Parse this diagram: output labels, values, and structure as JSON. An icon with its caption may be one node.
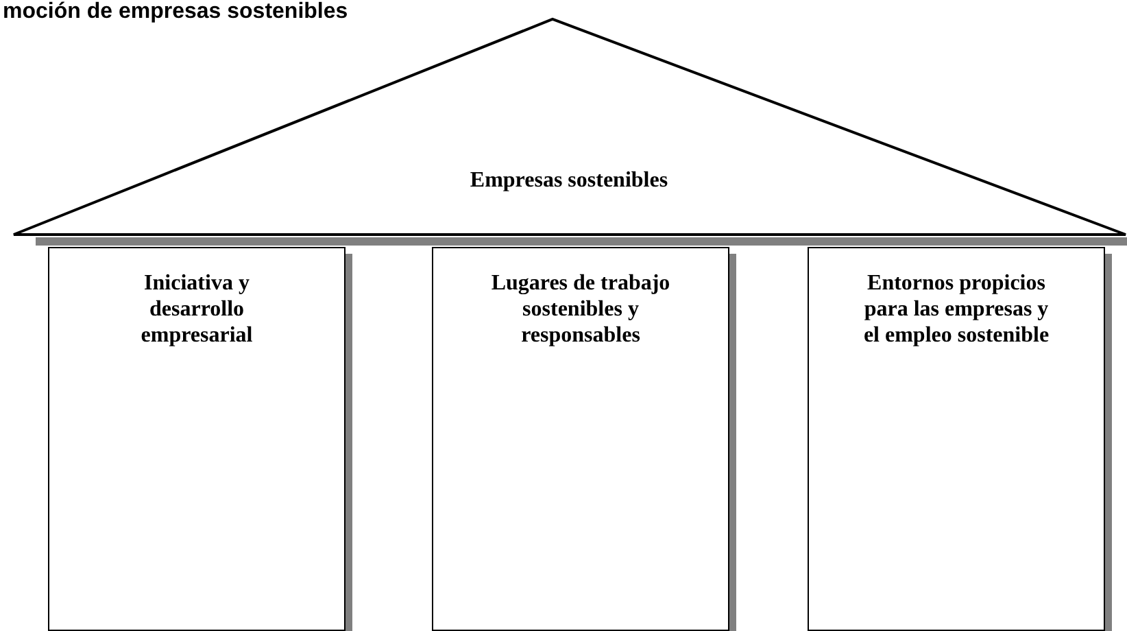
{
  "diagram": {
    "title": "moción de empresas sostenibles",
    "nodes": [
      {
        "text": [
          "Empresas sostenibles"
        ]
      },
      {
        "text": [
          "Iniciativa y desarrollo empresarial"
        ]
      },
      {
        "text": [
          "Lugares de trabajo sostenibles y responsables"
        ]
      },
      {
        "text": [
          "Entornos propicios para las empresas y el empleo sostenible"
        ]
      }
    ]
  }
}
